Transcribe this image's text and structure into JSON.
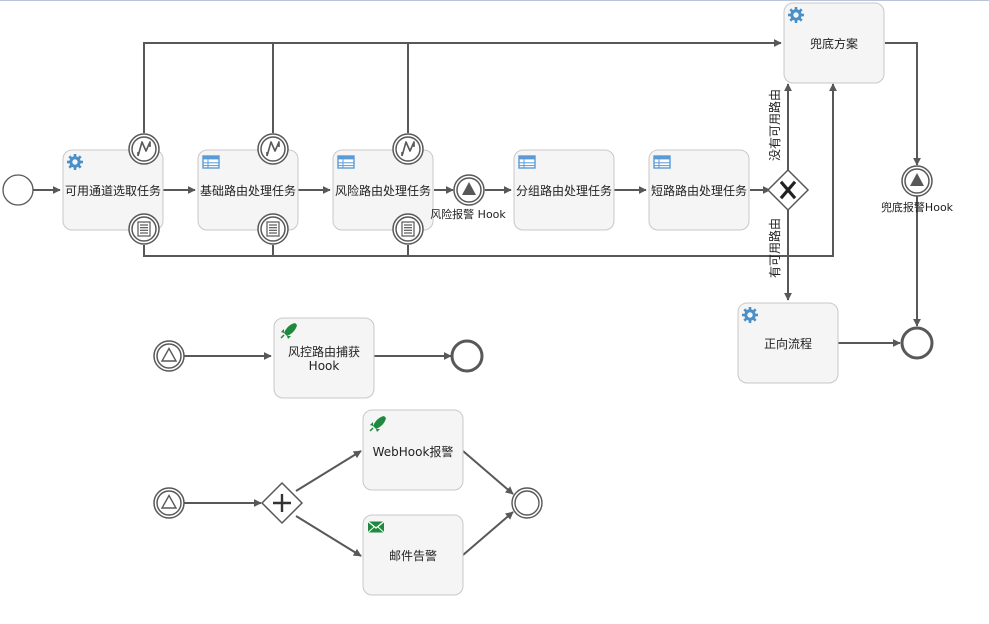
{
  "tasks": {
    "available_channel": "可用通道选取任务",
    "basic_route": "基础路由处理任务",
    "risk_route": "风险路由处理任务",
    "group_route": "分组路由处理任务",
    "short_route": "短路路由处理任务",
    "fallback_plan": "兜底方案",
    "forward_flow": "正向流程",
    "risk_capture_hook_line1": "风控路由捕获",
    "risk_capture_hook_line2": "Hook",
    "webhook_alert": "WebHook报警",
    "mail_alert": "邮件告警"
  },
  "events": {
    "risk_alert_hook": "风险报警 Hook",
    "fallback_alert_hook": "兜底报警Hook"
  },
  "flows": {
    "no_available_route": "没有可用路由",
    "has_available_route": "有可用路由"
  },
  "icons": {
    "service_task": "gear-icon",
    "business_rule_task": "table-icon",
    "script_task": "rocket-icon",
    "mail_task": "envelope-icon",
    "error_boundary": "lightning-icon",
    "conditional_boundary": "list-icon",
    "signal_event": "triangle-icon",
    "exclusive_gateway": "x-icon",
    "parallel_gateway": "plus-icon"
  },
  "colors": {
    "task_fill": "#f5f5f5",
    "task_stroke": "#c8c8c8",
    "line": "#585858",
    "gear": "#4a90c8",
    "table": "#5b9bd5",
    "rocket": "#1e8a3e",
    "mail": "#1e8a3e"
  }
}
